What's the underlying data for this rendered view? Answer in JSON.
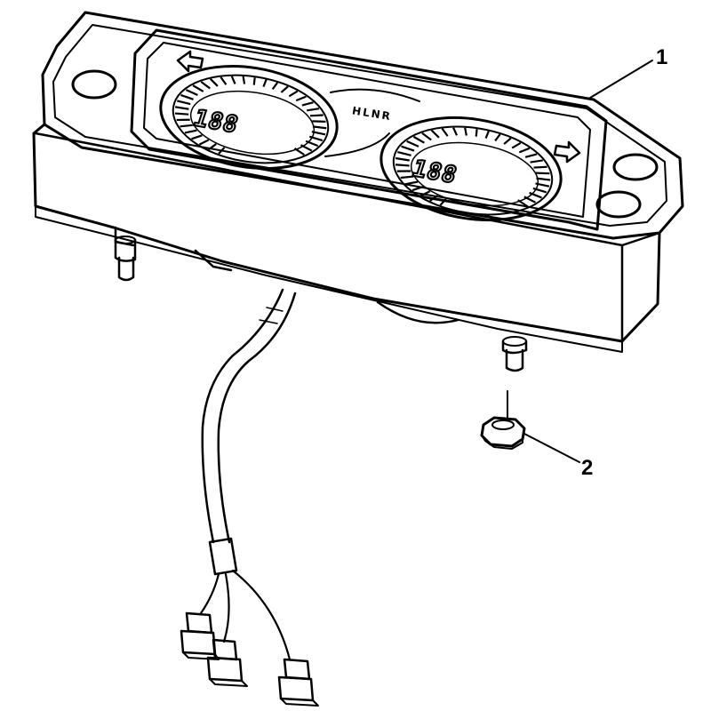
{
  "diagram": {
    "callouts": [
      {
        "id": "1",
        "label": "1"
      },
      {
        "id": "2",
        "label": "2"
      }
    ],
    "gauges": {
      "left_display": "188",
      "right_display": "188",
      "gear_indicator": "HLNR"
    }
  }
}
